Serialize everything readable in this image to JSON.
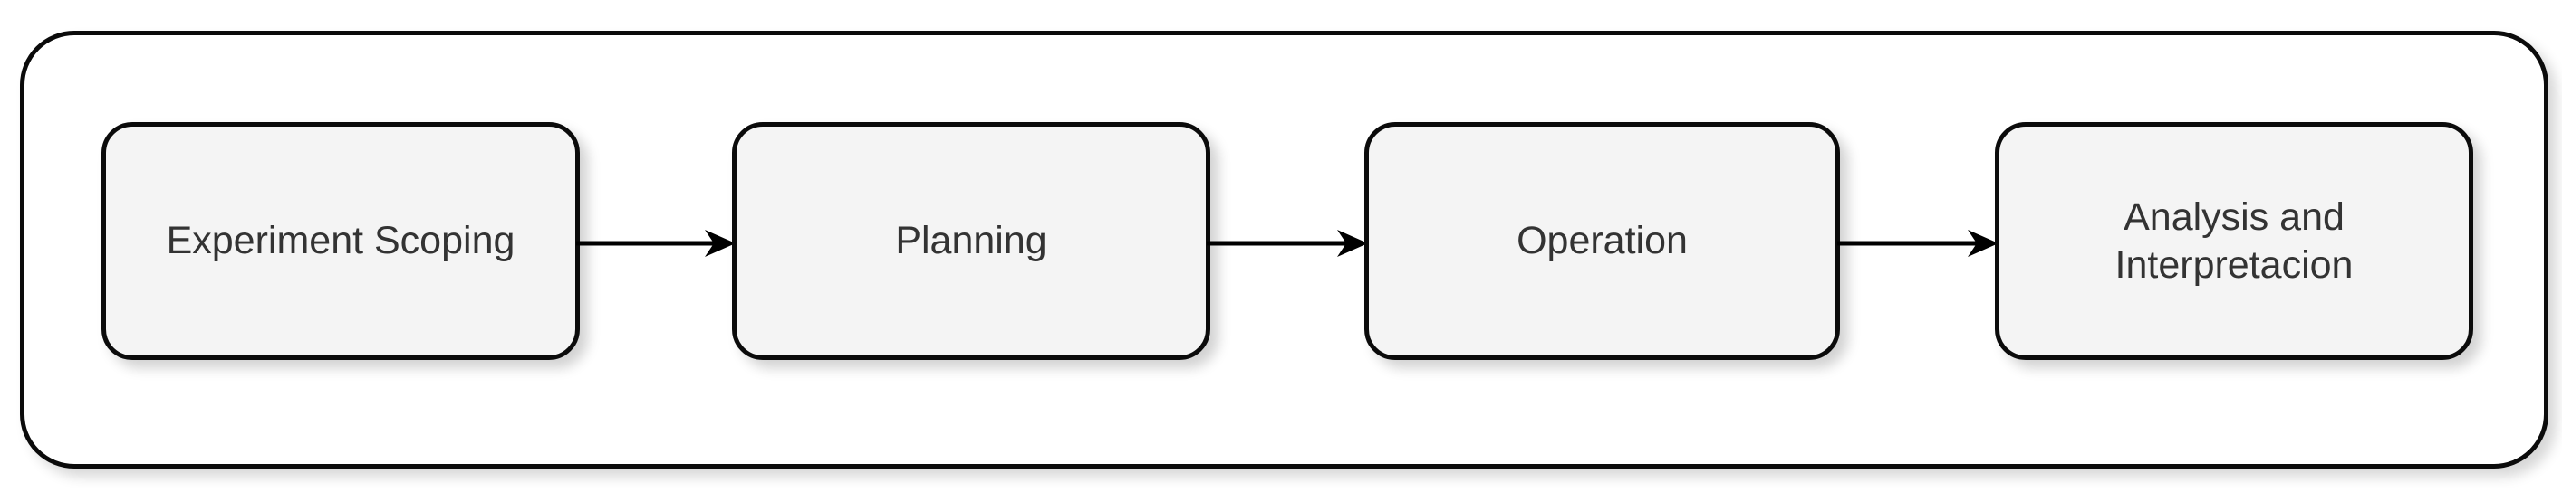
{
  "diagram": {
    "type": "process-flow",
    "orientation": "left-to-right",
    "container": {
      "shape": "rounded-rectangle",
      "fill": "#ffffff",
      "stroke": "#0b0b0b"
    },
    "style": {
      "box_fill": "#f4f4f4",
      "box_stroke": "#0b0b0b",
      "text_color": "#333333",
      "arrow_color": "#000000",
      "page_background": "#ffffff"
    },
    "steps": [
      {
        "id": "experiment-scoping",
        "label": "Experiment Scoping",
        "order": 1
      },
      {
        "id": "planning",
        "label": "Planning",
        "order": 2
      },
      {
        "id": "operation",
        "label": "Operation",
        "order": 3
      },
      {
        "id": "analysis-interpretacion",
        "label": "Analysis and\nInterpretacion",
        "order": 4
      }
    ],
    "connectors": [
      {
        "id": "arrow-1",
        "from": "experiment-scoping",
        "to": "planning",
        "glyph": "arrow-right"
      },
      {
        "id": "arrow-2",
        "from": "planning",
        "to": "operation",
        "glyph": "arrow-right"
      },
      {
        "id": "arrow-3",
        "from": "operation",
        "to": "analysis-interpretacion",
        "glyph": "arrow-right"
      }
    ]
  }
}
